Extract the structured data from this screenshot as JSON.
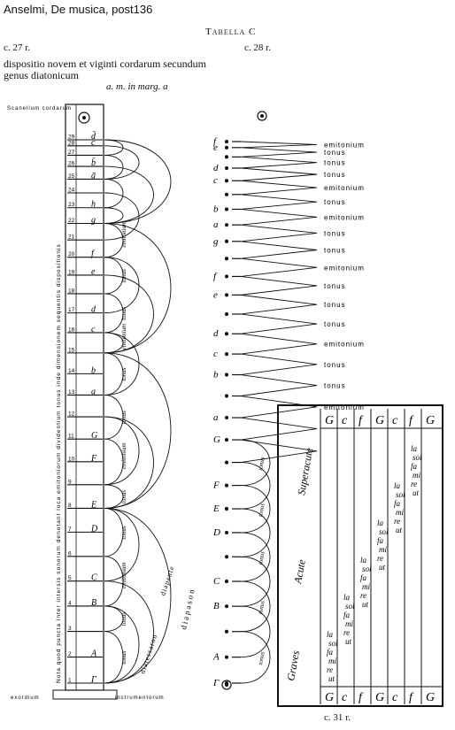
{
  "header": {
    "source_label": "Anselmi, De musica, post136",
    "table_title": "Tabella C",
    "page_left": "c. 27 r.",
    "page_right": "c. 28 r.",
    "heading": "dispositio novem et viginti cordarum secundum genus diatonicum",
    "margin_note": "a. m. in marg. a",
    "footer_page": "c. 31 r."
  },
  "left_figure": {
    "top_label": "Scanellum cordarum",
    "bottom_left_label": "exordium",
    "bottom_right_label": "instrumentorum",
    "vertical_text": "Nota quod puncta inter intersis sonorum denotant loca emitoniorum dividentium tonus inde dimensionem sequentis dispositionis",
    "string_numbers": [
      "1",
      "2",
      "3",
      "4",
      "5",
      "6",
      "7",
      "8",
      "9",
      "10",
      "11",
      "12",
      "13",
      "14",
      "15",
      "16",
      "17",
      "18",
      "19",
      "20",
      "21",
      "22",
      "23",
      "24",
      "25",
      "26",
      "27",
      "28",
      "29"
    ],
    "letters": [
      "Γ",
      "A",
      "B",
      "C",
      "D",
      "E",
      "F",
      "G",
      "a",
      "b",
      "c",
      "d",
      "e",
      "f",
      "g",
      "h",
      "ā",
      "b̄",
      "c̄",
      "d̄"
    ],
    "arc_labels": [
      "tonus",
      "tonus",
      "emitonium",
      "diatessaron",
      "diapente",
      "diapason"
    ]
  },
  "middle_figure": {
    "letters": [
      "Γ",
      "A",
      "B",
      "C",
      "D",
      "E",
      "F",
      "G",
      "a",
      "b",
      "c",
      "d",
      "e",
      "f",
      "g",
      "a",
      "b",
      "c",
      "d",
      "e",
      "f"
    ],
    "interval_labels": [
      "emitonium",
      "tonus",
      "tonus",
      "tonus",
      "emitonium",
      "tonus",
      "emitonium",
      "tonus",
      "tonus",
      "emitonium",
      "tonus",
      "tonus",
      "tonus",
      "emitonium",
      "tonus",
      "tonus",
      "emitonium"
    ],
    "arc_label": "tonus"
  },
  "right_table": {
    "header_cells": [
      "G",
      "c",
      "f",
      "G",
      "c",
      "f",
      "G"
    ],
    "footer_cells": [
      "G",
      "c",
      "f",
      "G",
      "c",
      "f",
      "G"
    ],
    "side_labels": [
      "Graves",
      "Acute",
      "Superacute"
    ],
    "solmisation": [
      "ut",
      "re",
      "mi",
      "fa",
      "sol",
      "la"
    ]
  }
}
